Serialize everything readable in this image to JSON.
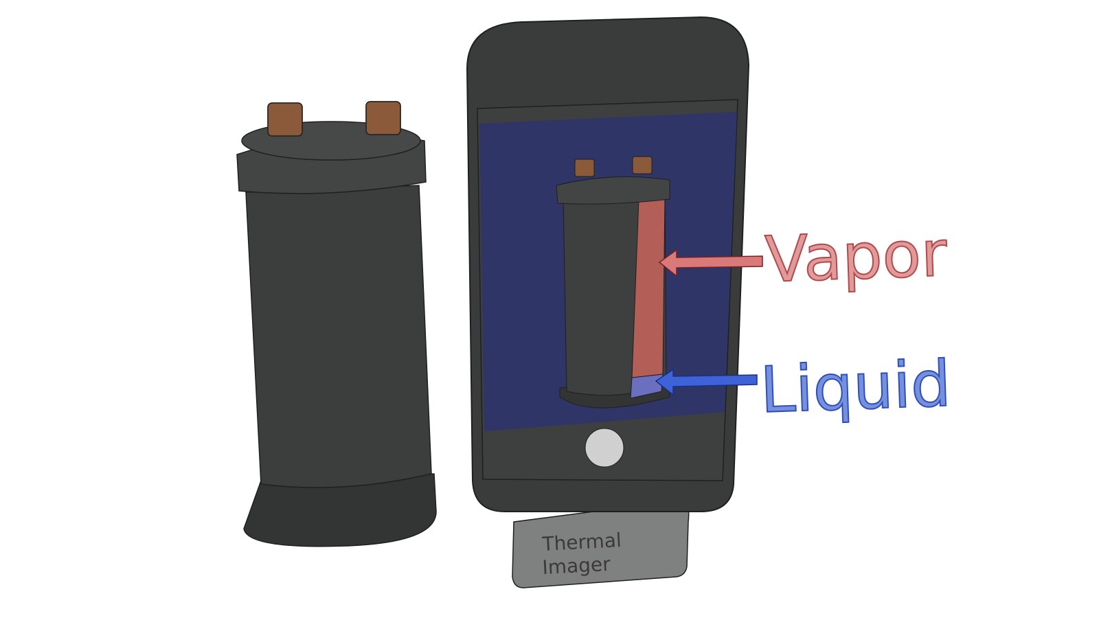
{
  "labels": {
    "vapor": "Vapor",
    "liquid": "Liquid",
    "device_line1": "Thermal",
    "device_line2": "Imager"
  },
  "colors": {
    "vapor": "#d9797a",
    "liquid": "#5a74d4",
    "screen": "#2f3566",
    "body": "#3e403f",
    "copper": "#8a5a3a"
  }
}
